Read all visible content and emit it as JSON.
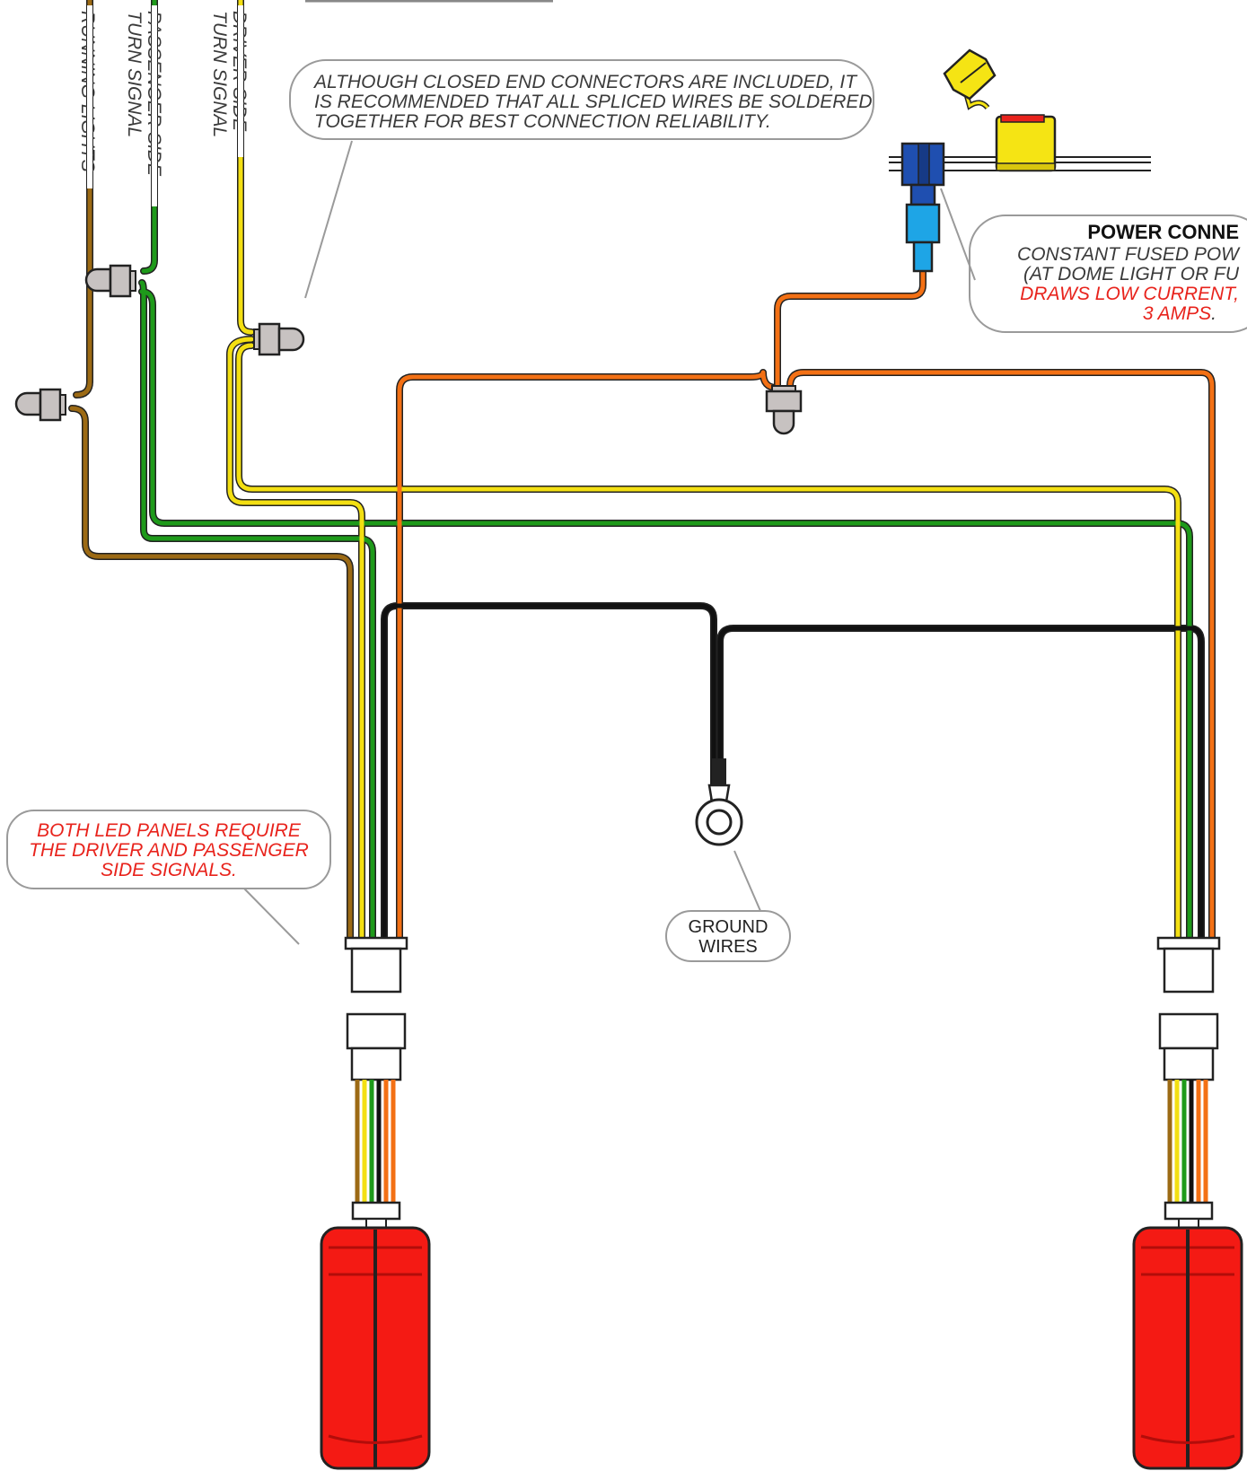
{
  "colors": {
    "running": "#9c6a14",
    "passenger": "#1e9a1a",
    "driver": "#f3df12",
    "power": "#f37014",
    "ground": "#111111",
    "panel": "#f41a14",
    "panel_dark": "#b20d0a",
    "connector": "#c7c2c1",
    "note_text": "#3a3a3a",
    "note_red": "#e8231c"
  },
  "wire_labels": {
    "running_lights": "RUNNING LIGHTS",
    "passenger_line1": "PASSENGER SIDE",
    "passenger_line2": "TURN SIGNAL",
    "driver_line1": "DRIVER SIDE",
    "driver_line2": "TURN SIGNAL"
  },
  "notes": {
    "solder": {
      "line1": "ALTHOUGH CLOSED END CONNECTORS ARE INCLUDED, IT",
      "line2": "IS RECOMMENDED THAT ALL SPLICED WIRES BE SOLDERED",
      "line3": "TOGETHER FOR BEST CONNECTION RELIABILITY."
    },
    "power": {
      "title": "POWER CONNE",
      "line1": "CONSTANT FUSED POW",
      "line2": "(AT DOME LIGHT OR FU",
      "line3": "DRAWS LOW CURRENT,",
      "line4": "3 AMPS",
      "line4_suffix": "."
    },
    "panels": {
      "line1": "BOTH LED PANELS REQUIRE",
      "line2": "THE DRIVER AND PASSENGER",
      "line3": "SIDE SIGNALS."
    },
    "ground": {
      "line1": "GROUND",
      "line2": "WIRES"
    }
  }
}
